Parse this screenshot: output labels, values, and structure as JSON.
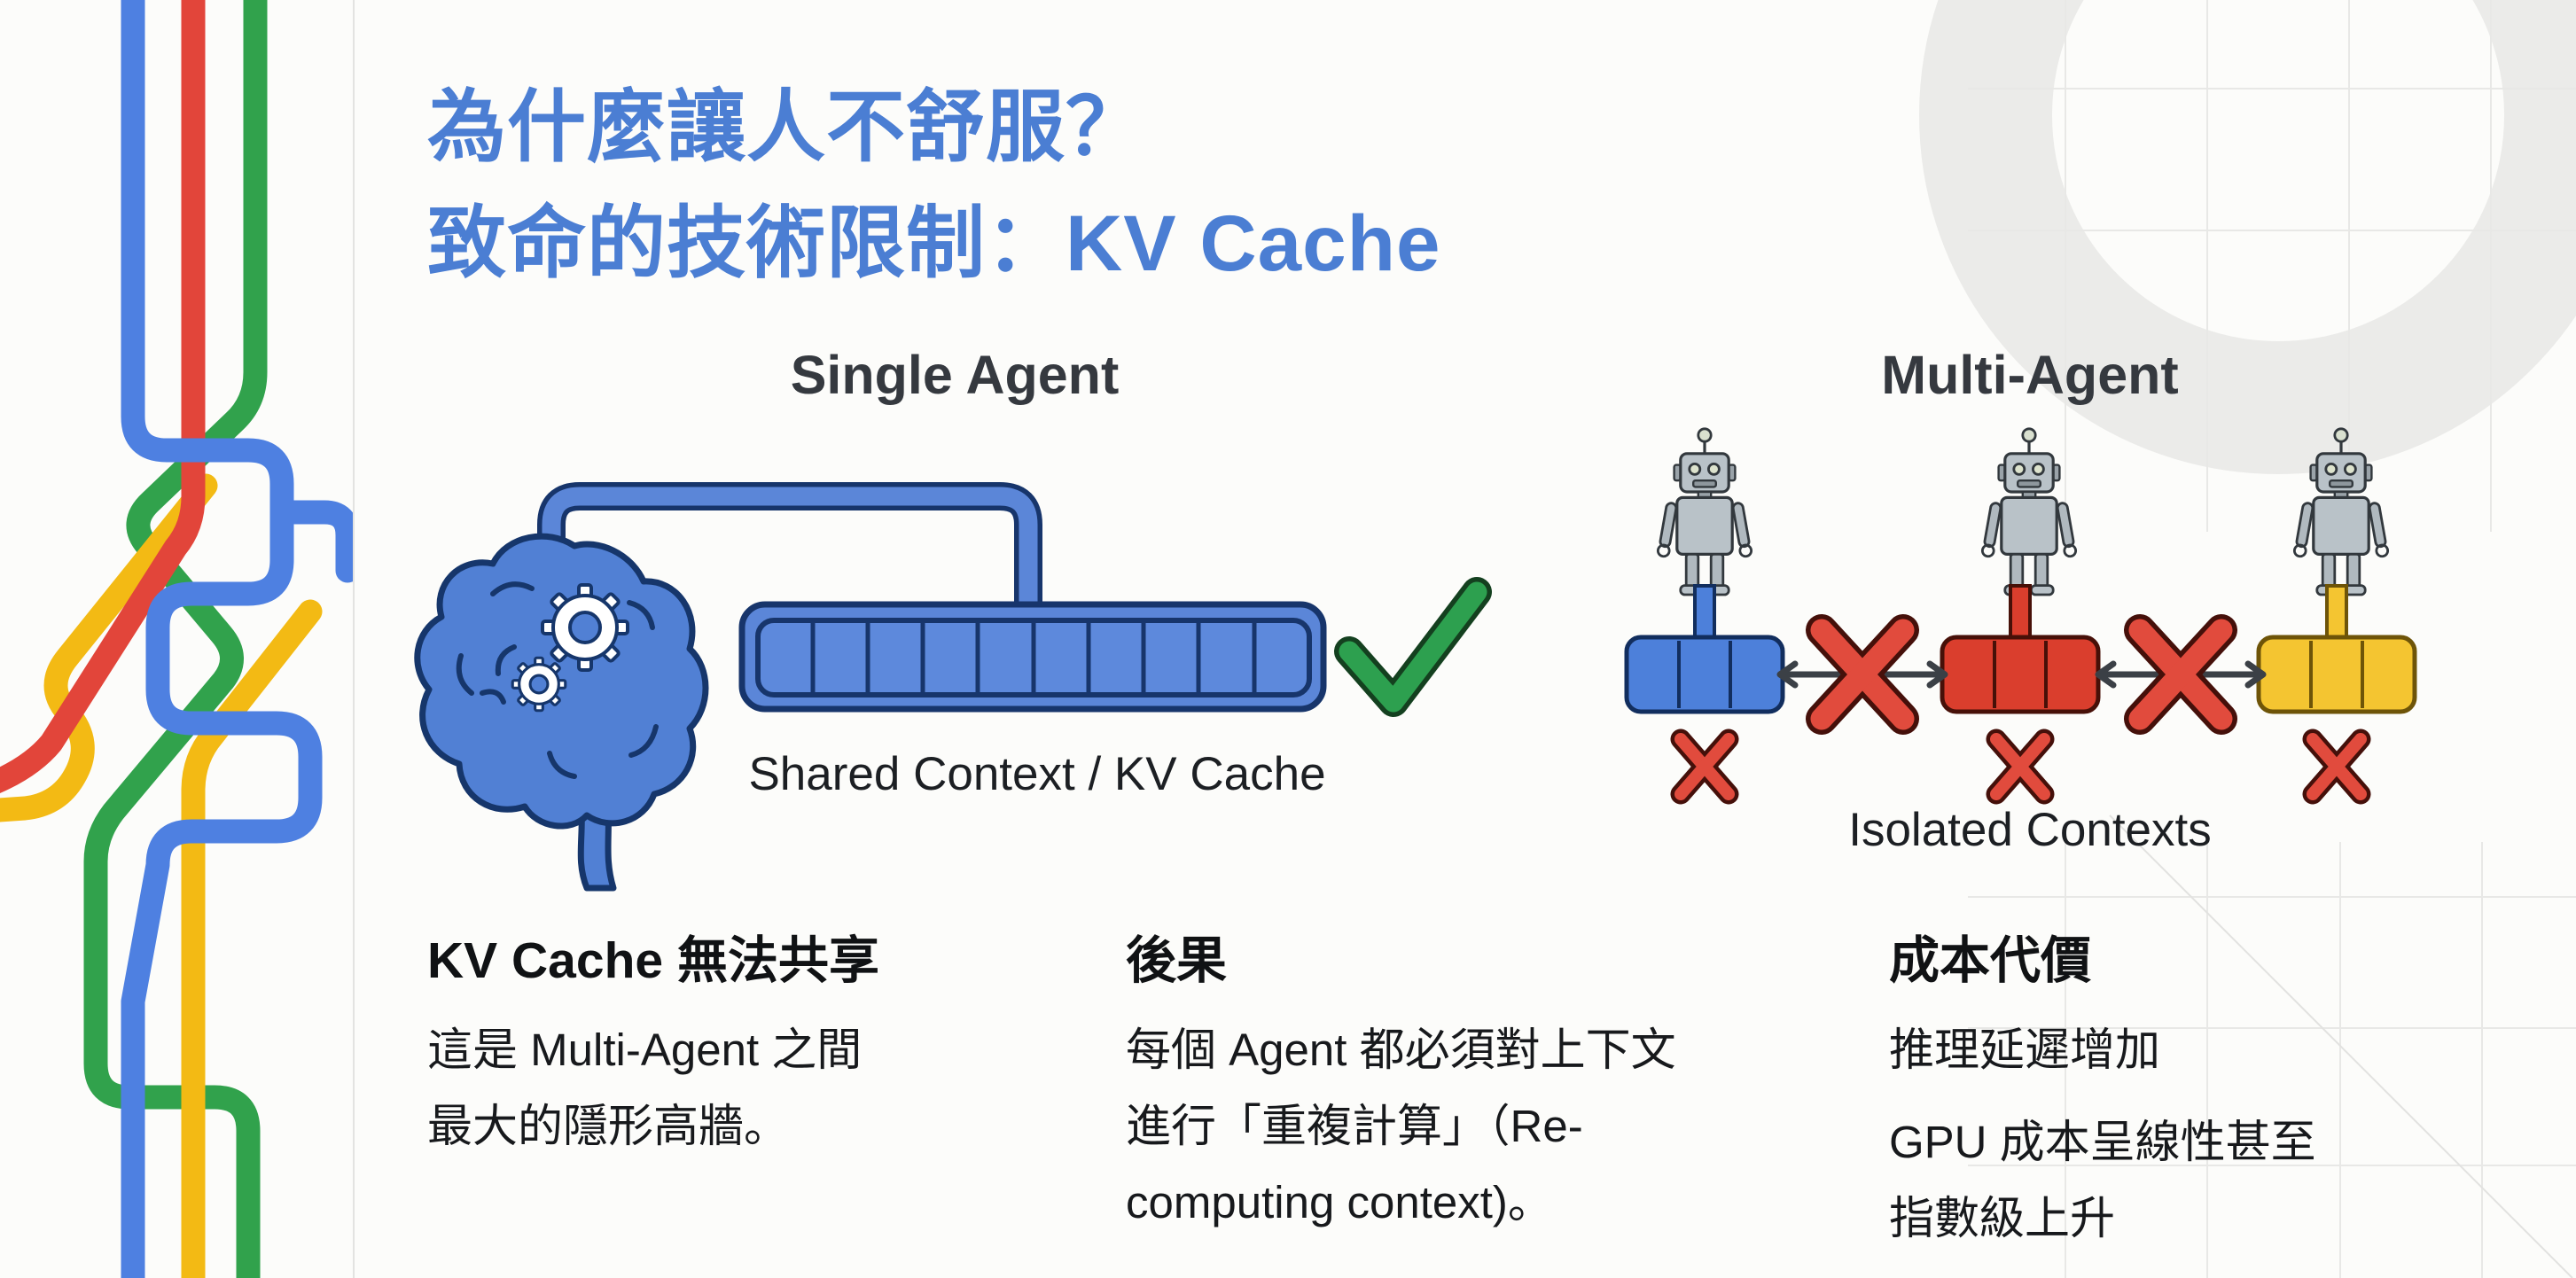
{
  "slide": {
    "title": {
      "line1": "為什麼讓人不舒服？",
      "line2": "致命的技術限制：KV Cache"
    },
    "single_agent": {
      "heading": "Single Agent",
      "caption": "Shared Context / KV Cache"
    },
    "multi_agent": {
      "heading": "Multi-Agent",
      "caption": "Isolated Contexts"
    },
    "columns": [
      {
        "heading": "KV Cache 無法共享",
        "body_lines": [
          "這是 Multi-Agent 之間",
          "最大的隱形高牆。"
        ]
      },
      {
        "heading": "後果",
        "body_lines": [
          "每個 Agent 都必須對上下文",
          "進行「重複計算」（Re-",
          "computing context)。"
        ]
      },
      {
        "heading": "成本代價",
        "body_lines": [
          "推理延遲增加",
          "GPU 成本呈線性甚至",
          "指數級上升"
        ]
      }
    ],
    "colors": {
      "title_blue": "#4b7ed3",
      "heading_dark": "#35393f",
      "body_dark": "#17191c",
      "google_blue": "#4e80e1",
      "google_red": "#e2453a",
      "google_yellow": "#f3ba14",
      "google_green": "#31a24c",
      "cache_bar_blue": "#5b86d8",
      "cache_outline_navy": "#17356b",
      "check_green": "#2d9e50",
      "robot_gray": "#b9c2c8",
      "cross_red": "#e14b3d"
    }
  }
}
